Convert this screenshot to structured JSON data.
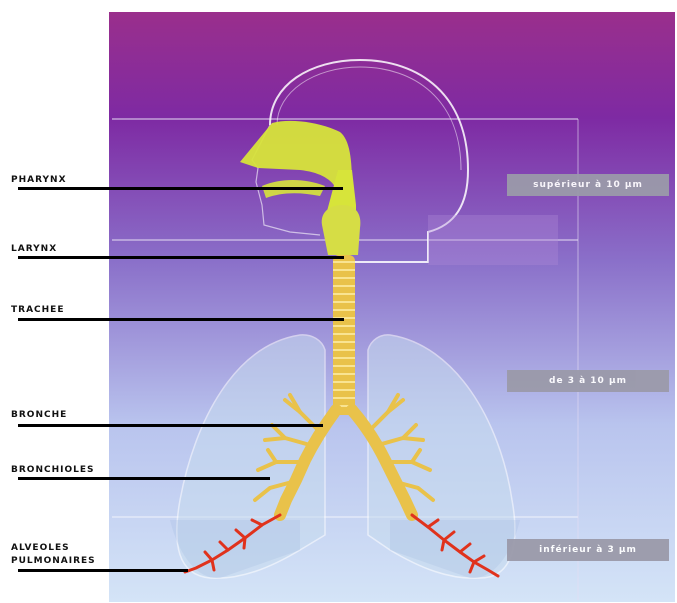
{
  "labels": {
    "pharynx": "PHARYNX",
    "larynx": "LARYNX",
    "trachee": "TRACHEE",
    "bronche": "BRONCHE",
    "bronchioles": "BRONCHIOLES",
    "alveoles_line1": "ALVEOLES",
    "alveoles_line2": "PULMONAIRES"
  },
  "bands": {
    "upper": "supérieur à 10 µm",
    "middle": "de 3 à 10 µm",
    "lower": "inférieur à 3 µm"
  },
  "colors": {
    "airway": "#e9c24a",
    "nasal": "#d7e43a",
    "alveoli": "#e0321c",
    "band_label_bg": "#9b9aaa",
    "panel_top": "#9a2f8c",
    "panel_bottom": "#d4e4f7"
  }
}
